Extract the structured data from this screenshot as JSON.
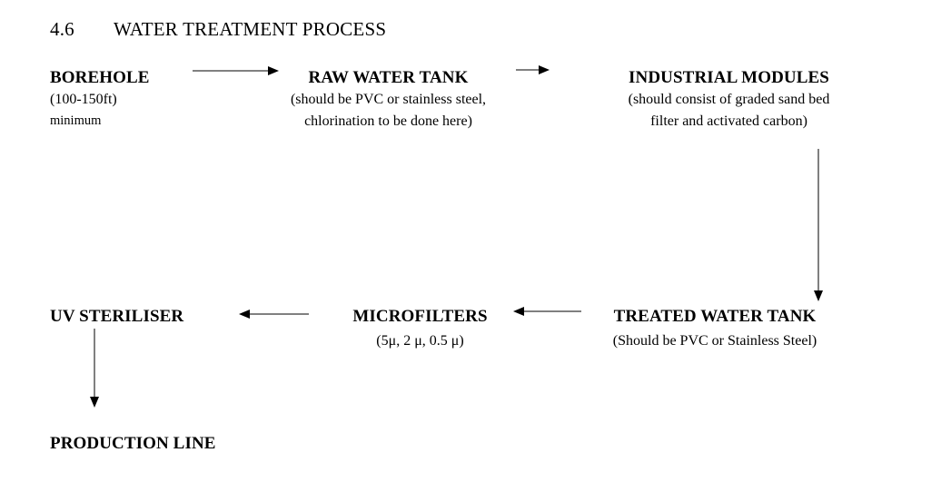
{
  "document": {
    "section_number": "4.6",
    "section_title": "WATER TREATMENT PROCESS"
  },
  "flow": {
    "nodes": [
      {
        "id": "borehole",
        "title": "BOREHOLE",
        "sub1": "(100-150ft)",
        "sub2": "minimum"
      },
      {
        "id": "raw-water-tank",
        "title": "RAW WATER TANK",
        "sub1": "(should be PVC or stainless steel,",
        "sub2": "chlorination to be done here)"
      },
      {
        "id": "industrial-modules",
        "title": "INDUSTRIAL MODULES",
        "sub1": "(should consist of graded sand bed",
        "sub2": "filter and activated carbon)"
      },
      {
        "id": "uv-steriliser",
        "title": "UV STERILISER",
        "sub1": "",
        "sub2": ""
      },
      {
        "id": "microfilters",
        "title": "MICROFILTERS",
        "sub1": "(5μ, 2 μ, 0.5 μ)",
        "sub2": ""
      },
      {
        "id": "treated-water-tank",
        "title": "TREATED WATER TANK",
        "sub1": "(Should be PVC or Stainless Steel)",
        "sub2": ""
      },
      {
        "id": "production-line",
        "title": "PRODUCTION LINE",
        "sub1": "",
        "sub2": ""
      }
    ],
    "connectors": [
      {
        "id": "borehole-to-raw-water-tank",
        "direction": "right"
      },
      {
        "id": "raw-water-tank-to-industrial-modules",
        "direction": "right"
      },
      {
        "id": "industrial-modules-to-treated-water-tank",
        "direction": "down"
      },
      {
        "id": "treated-water-tank-to-microfilters",
        "direction": "left"
      },
      {
        "id": "microfilters-to-uv-steriliser",
        "direction": "left"
      },
      {
        "id": "uv-steriliser-to-production-line",
        "direction": "down"
      }
    ]
  },
  "colors": {
    "ink": "#000000",
    "page": "#ffffff"
  }
}
